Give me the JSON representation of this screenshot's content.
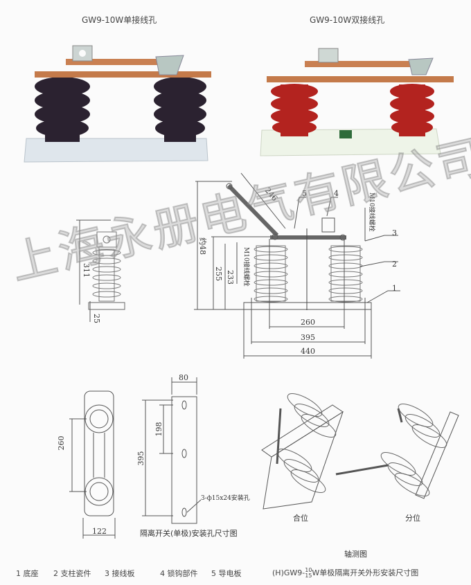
{
  "photos": {
    "single_title": "GW9-10W单接线孔",
    "double_title": "GW9-10W双接线孔"
  },
  "side_view": {
    "height_label": "311",
    "base_label": "25"
  },
  "front_view": {
    "dims": {
      "arm": "246",
      "total_height": "约48",
      "h255": "255",
      "h233": "233",
      "span260": "260",
      "span395": "395",
      "span440": "440"
    },
    "bolt_label": "M10接线螺栓",
    "parts": [
      "1",
      "2",
      "3",
      "4",
      "5"
    ]
  },
  "mounting": {
    "width_top": "80",
    "h198": "198",
    "h260": "260",
    "h395": "395",
    "width_bottom": "122",
    "hole_label": "3-ф15x24安装孔",
    "caption": "隔离开关(单极)安装孔尺寸图"
  },
  "isometric": {
    "closed": "合位",
    "open": "分位",
    "caption": "轴测图"
  },
  "legend": [
    "1 底座",
    "2 支柱瓷件",
    "3 接线板",
    "4 锁钩部件",
    "5 导电板"
  ],
  "main_title": {
    "prefix": "(H)GW9-",
    "sup": "10",
    "sub": "15",
    "suffix": "W单极隔离开关外形安装尺寸图"
  },
  "watermark": "上海永册电气有限公司",
  "colors": {
    "dark_insulator": "#2b2230",
    "red_insulator": "#b3231f",
    "copper": "#c47a4a"
  }
}
